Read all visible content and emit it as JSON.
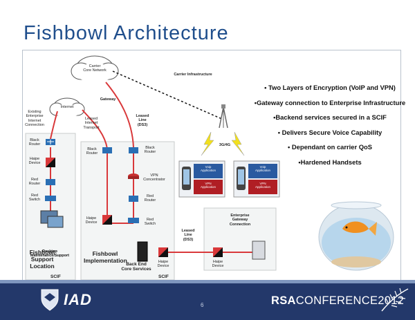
{
  "slide": {
    "title": "Fishbowl Architecture",
    "page_number": "6"
  },
  "diagram": {
    "carrier_network": "Carrier\nCore Network",
    "internet": "Internet",
    "carrier_infrastructure": "Carrier Infrastructure",
    "gateway": "Gateway",
    "leased_line_ds3": "Leased\nLine\n(DS3)",
    "existing_connection": "Existing\nEnterprise\nInternet\nConnection",
    "leased_internet_transport": "Leased\nInternet\nTransport",
    "band_4g": "3G/4G",
    "left_column": [
      "Black\nRouter",
      "Haipe\nDevice",
      "Red\nRouter",
      "Red\nSwitch"
    ],
    "mid_left": [
      "Black\nRouter",
      "Haipe\nDevice"
    ],
    "mid_right": [
      "Black\nRouter",
      "VPN\nConcentrator",
      "Red\nRouter",
      "Red\nSwitch"
    ],
    "phone_app_top": "Voip\nApplication",
    "phone_app_bottom": "VPN\nApplication",
    "support_title": "Fishbowl\nSupport\nLocation",
    "support_overlay": "Desktop\nMaintenance/Support",
    "implementation_title": "Fishbowl\nImplementation",
    "back_end": "Back End\nCore Services",
    "scif": "SCIF",
    "haipe_device": "Haipe\nDevice",
    "enterprise_gateway": "Enterprise\nGateway\nConnection",
    "leased_line_bottom": "Leased\nLine\n(DS3)"
  },
  "bullets": [
    "• Two Layers of Encryption (VoIP and VPN)",
    "•Gateway connection to Enterprise Infrastructure",
    "•Backend services secured in a SCIF",
    "• Delivers Secure Voice Capability",
    "• Dependant on carrier QoS",
    "•Hardened Handsets"
  ],
  "footer": {
    "logo_text": "IAD",
    "rsa_prefix": "RSA",
    "rsa_suffix": "CONFERENCE2012"
  },
  "colors": {
    "title_blue": "#1f4e8c",
    "footer_navy": "#23386a",
    "red_link": "#d9383a",
    "device_blue": "#2a6fb4"
  }
}
